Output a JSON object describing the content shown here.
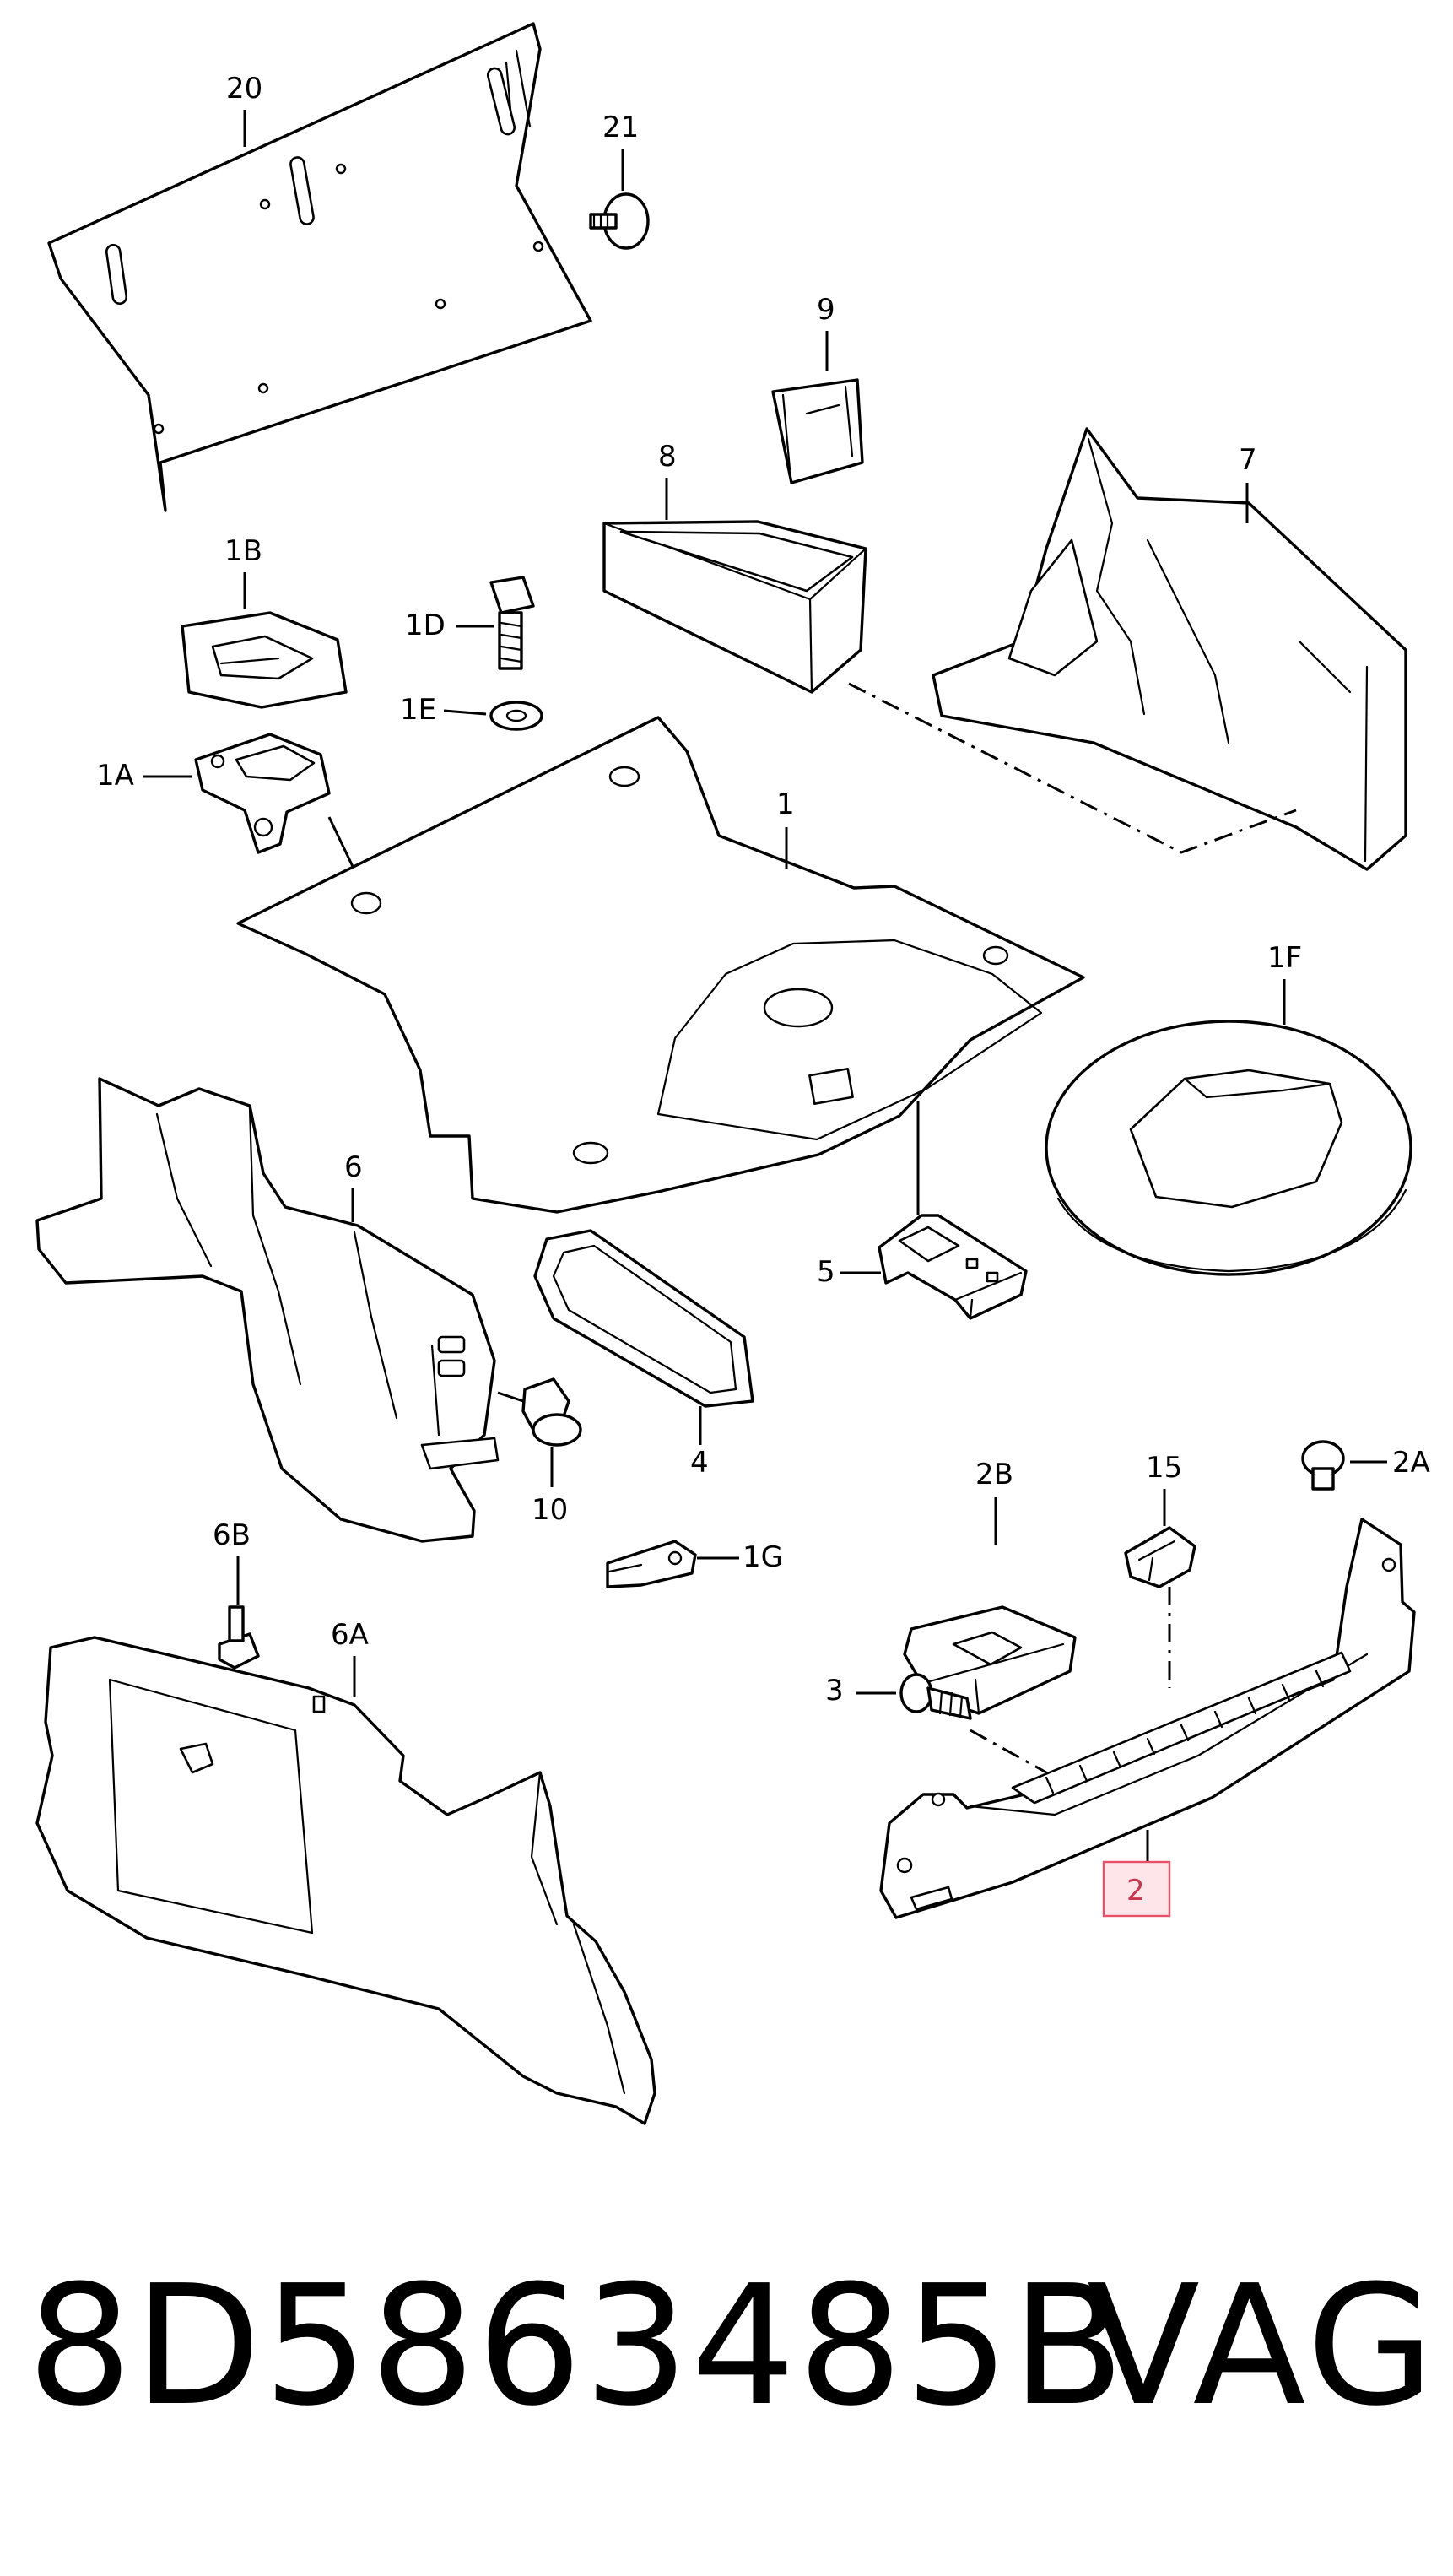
{
  "callouts": {
    "c20": "20",
    "c21": "21",
    "c9": "9",
    "c8": "8",
    "c7": "7",
    "c1B": "1B",
    "c1D": "1D",
    "c1E": "1E",
    "c1A": "1A",
    "c1": "1",
    "c1F": "1F",
    "c6": "6",
    "c5": "5",
    "c4": "4",
    "c10": "10",
    "c1G": "1G",
    "c2B": "2B",
    "c15": "15",
    "c2A": "2A",
    "c6B": "6B",
    "c6A": "6A",
    "c3": "3",
    "c2": "2"
  },
  "highlight": {
    "part": "2",
    "color": "#e8506a",
    "fill": "#fde5ea"
  },
  "footer": {
    "part_number": "8D5863485B",
    "brand": "VAG"
  }
}
